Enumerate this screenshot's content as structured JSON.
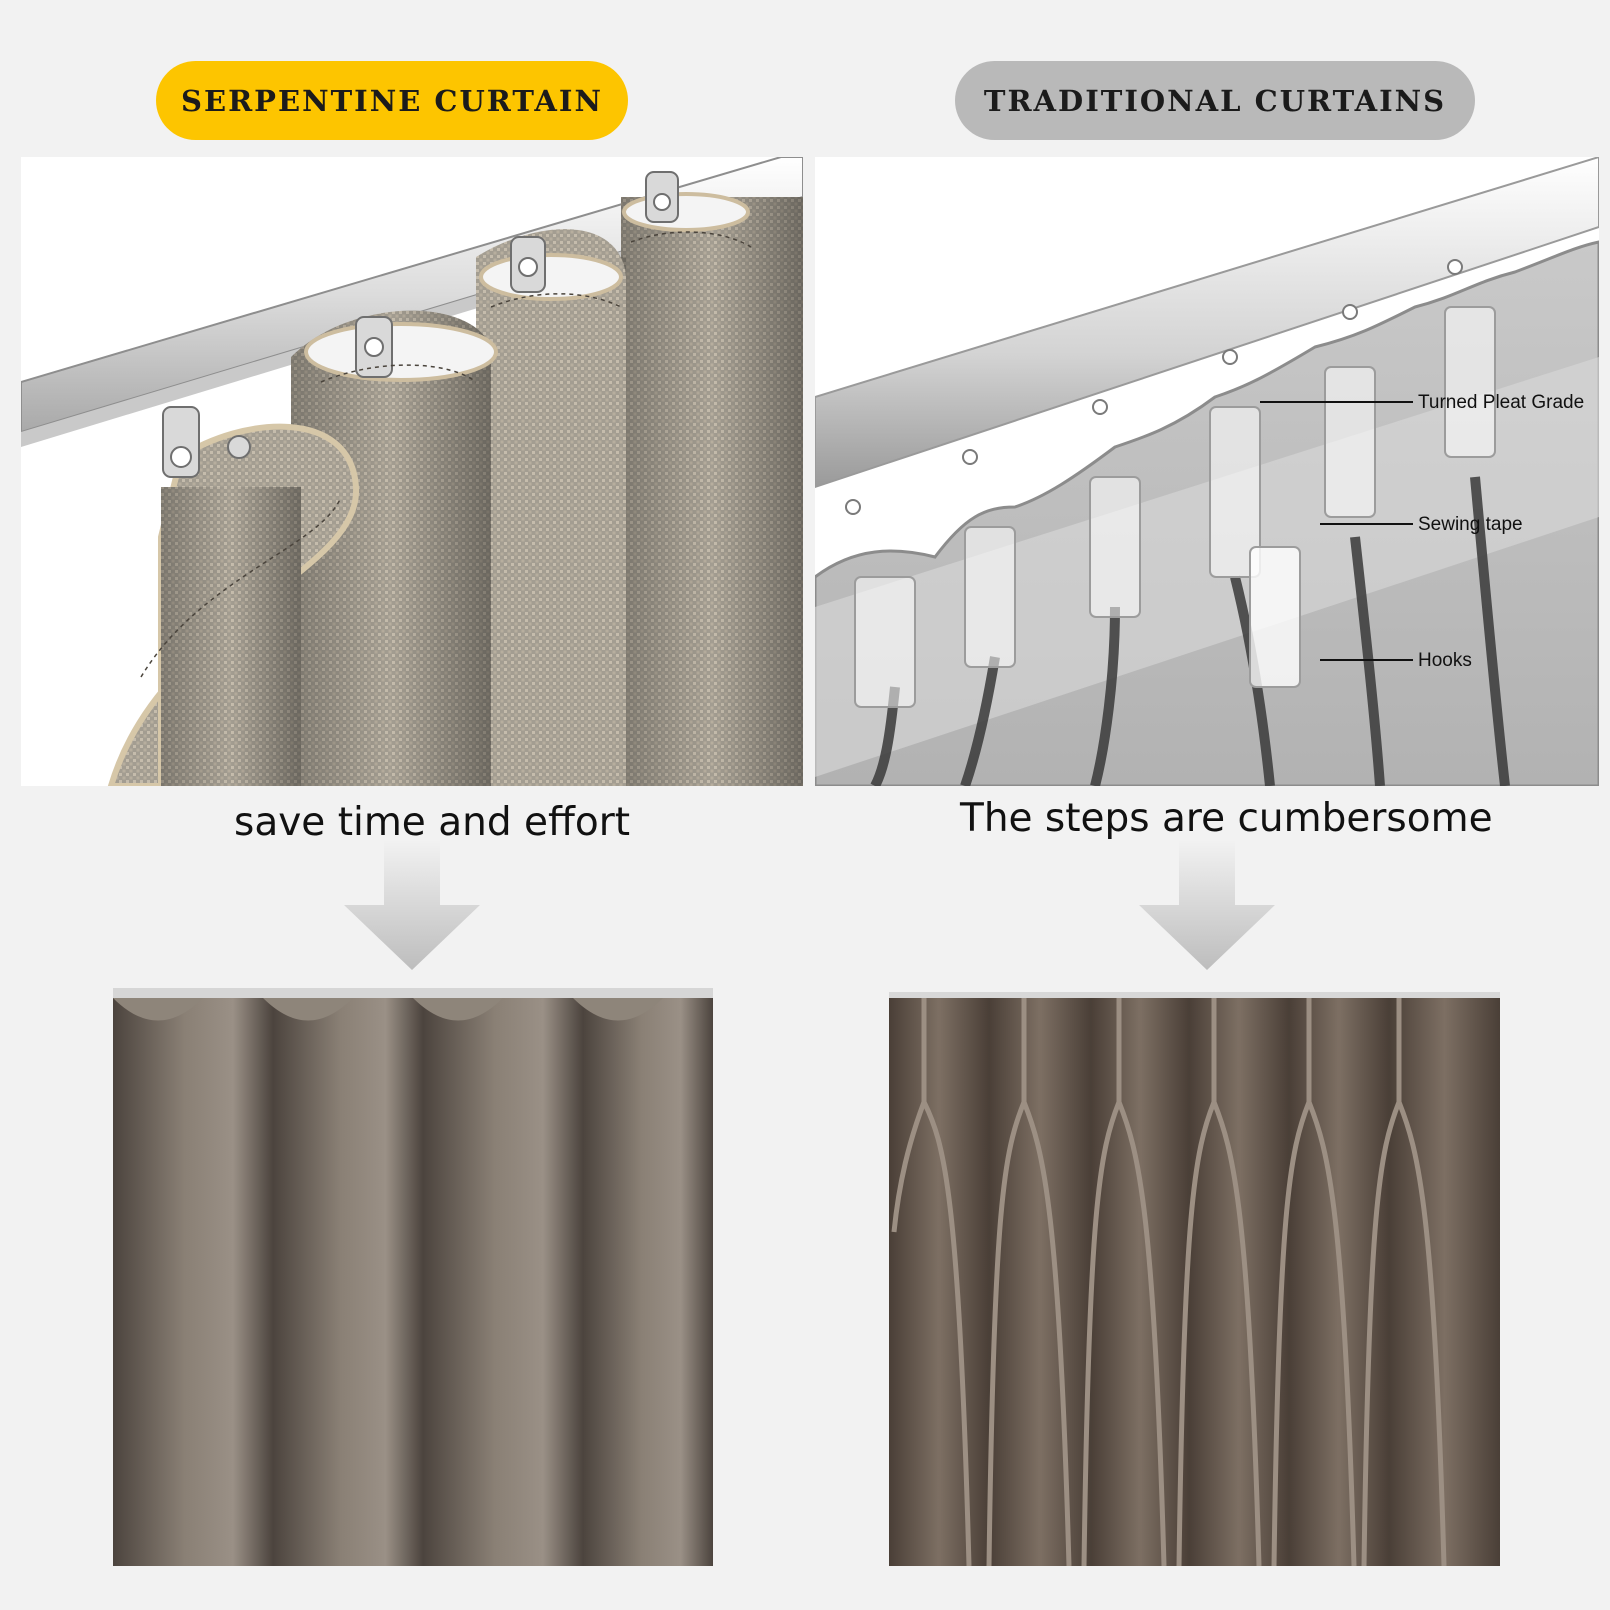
{
  "left": {
    "badge": "SERPENTINE CURTAIN",
    "badge_color": "#fdc500",
    "caption": "save time and effort"
  },
  "right": {
    "badge": "TRADITIONAL CURTAINS",
    "badge_color": "#b9b9b9",
    "caption": "The steps are cumbersome",
    "callouts": {
      "pleat": "Turned Pleat Grade",
      "tape": "Sewing tape",
      "hooks": "Hooks"
    }
  },
  "icons": {
    "left_arrow": "arrow-down-icon",
    "right_arrow": "arrow-down-icon"
  }
}
